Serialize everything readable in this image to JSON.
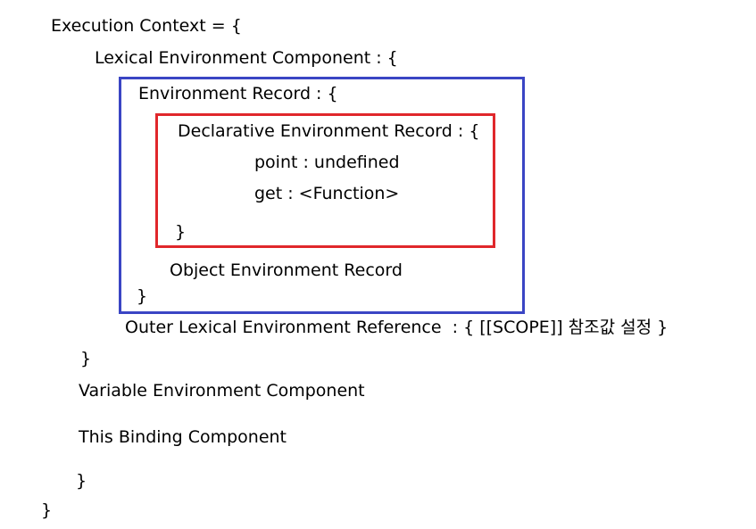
{
  "lines": {
    "execution_context": "Execution Context = {",
    "lexical_env_component": "Lexical Environment Component : {",
    "environment_record": "Environment Record : {",
    "declarative_env_record": "Declarative Environment Record : {",
    "point_binding": "point : undefined",
    "get_binding": "get : <Function>",
    "declarative_close": "}",
    "object_env_record": "Object Environment Record",
    "environment_record_close": "}",
    "outer_lexical_env_ref": "Outer Lexical Environment Reference  : { [[SCOPE]] 참조값 설정 }",
    "lexical_env_close": "}",
    "variable_env_component": "Variable Environment Component",
    "this_binding_component": "This Binding Component",
    "component_close": "}",
    "execution_context_close": "}"
  },
  "colors": {
    "environment_record_box": "#3a45c4",
    "declarative_record_box": "#e0272b"
  }
}
